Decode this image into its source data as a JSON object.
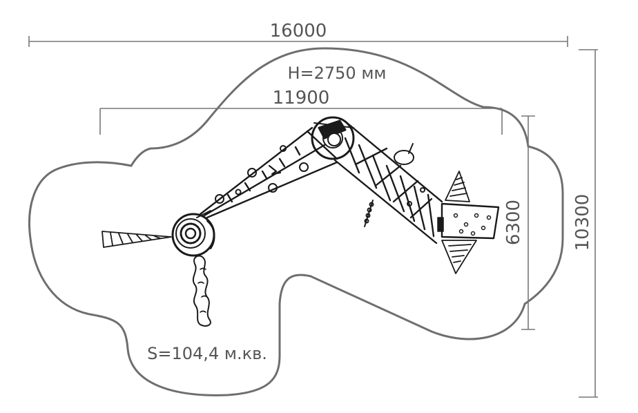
{
  "dimensions": {
    "overall_width": "16000",
    "inner_width": "11900",
    "inner_height": "6300",
    "overall_height": "10300"
  },
  "height_label": "H=2750 мм",
  "area_label": "S=104,4 м.кв.",
  "colors": {
    "zone_outline": "#6e6e6e",
    "dimension_line": "#777777",
    "equipment_line": "#1a1a1a",
    "label_text": "#555555"
  }
}
